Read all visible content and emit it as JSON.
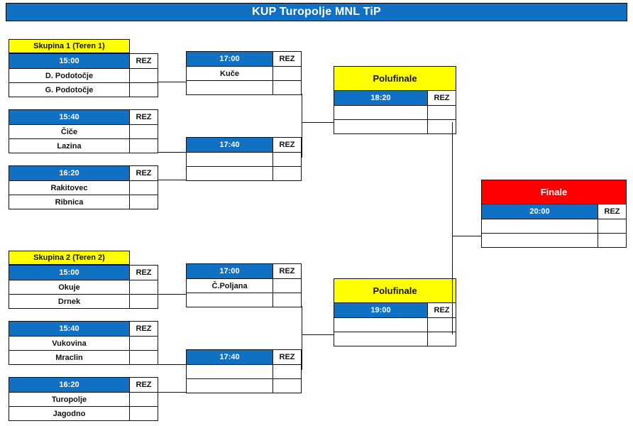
{
  "title": "KUP Turopolje MNL TiP",
  "labels": {
    "rez": "REZ",
    "group1": "Skupina 1 (Teren 1)",
    "group2": "Skupina 2 (Teren 2)",
    "semifinal": "Polufinale",
    "final": "Finale"
  },
  "round1": {
    "group1": [
      {
        "time": "15:00",
        "home": "D. Podotočje",
        "away": "G. Podotočje",
        "rez": "REZ",
        "home_score": "",
        "away_score": ""
      },
      {
        "time": "15:40",
        "home": "Čiče",
        "away": "Lazina",
        "rez": "REZ",
        "home_score": "",
        "away_score": ""
      },
      {
        "time": "16:20",
        "home": "Rakitovec",
        "away": "Ribnica",
        "rez": "REZ",
        "home_score": "",
        "away_score": ""
      }
    ],
    "group2": [
      {
        "time": "15:00",
        "home": "Okuje",
        "away": "Drnek",
        "rez": "REZ",
        "home_score": "",
        "away_score": ""
      },
      {
        "time": "15:40",
        "home": "Vukovina",
        "away": "Mraclin",
        "rez": "REZ",
        "home_score": "",
        "away_score": ""
      },
      {
        "time": "16:20",
        "home": "Turopolje",
        "away": "Jagodno",
        "rez": "REZ",
        "home_score": "",
        "away_score": ""
      }
    ]
  },
  "round2": {
    "top": [
      {
        "time": "17:00",
        "home": "Kuče",
        "away": "",
        "rez": "REZ",
        "home_score": "",
        "away_score": ""
      },
      {
        "time": "17:40",
        "home": "",
        "away": "",
        "rez": "REZ",
        "home_score": "",
        "away_score": ""
      }
    ],
    "bottom": [
      {
        "time": "17:00",
        "home": "Č.Poljana",
        "away": "",
        "rez": "REZ",
        "home_score": "",
        "away_score": ""
      },
      {
        "time": "17:40",
        "home": "",
        "away": "",
        "rez": "REZ",
        "home_score": "",
        "away_score": ""
      }
    ]
  },
  "semifinals": [
    {
      "label": "Polufinale",
      "time": "18:20",
      "home": "",
      "away": "",
      "rez": "REZ",
      "home_score": "",
      "away_score": ""
    },
    {
      "label": "Polufinale",
      "time": "19:00",
      "home": "",
      "away": "",
      "rez": "REZ",
      "home_score": "",
      "away_score": ""
    }
  ],
  "final": {
    "label": "Finale",
    "time": "20:00",
    "home": "",
    "away": "",
    "rez": "REZ",
    "home_score": "",
    "away_score": ""
  },
  "colors": {
    "title_bar": "#1071c4",
    "time_row": "#1071c4",
    "group_header": "#ffff00",
    "semifinal_header": "#ffff00",
    "final_header": "#ff0000",
    "grid_line": "#111111"
  }
}
